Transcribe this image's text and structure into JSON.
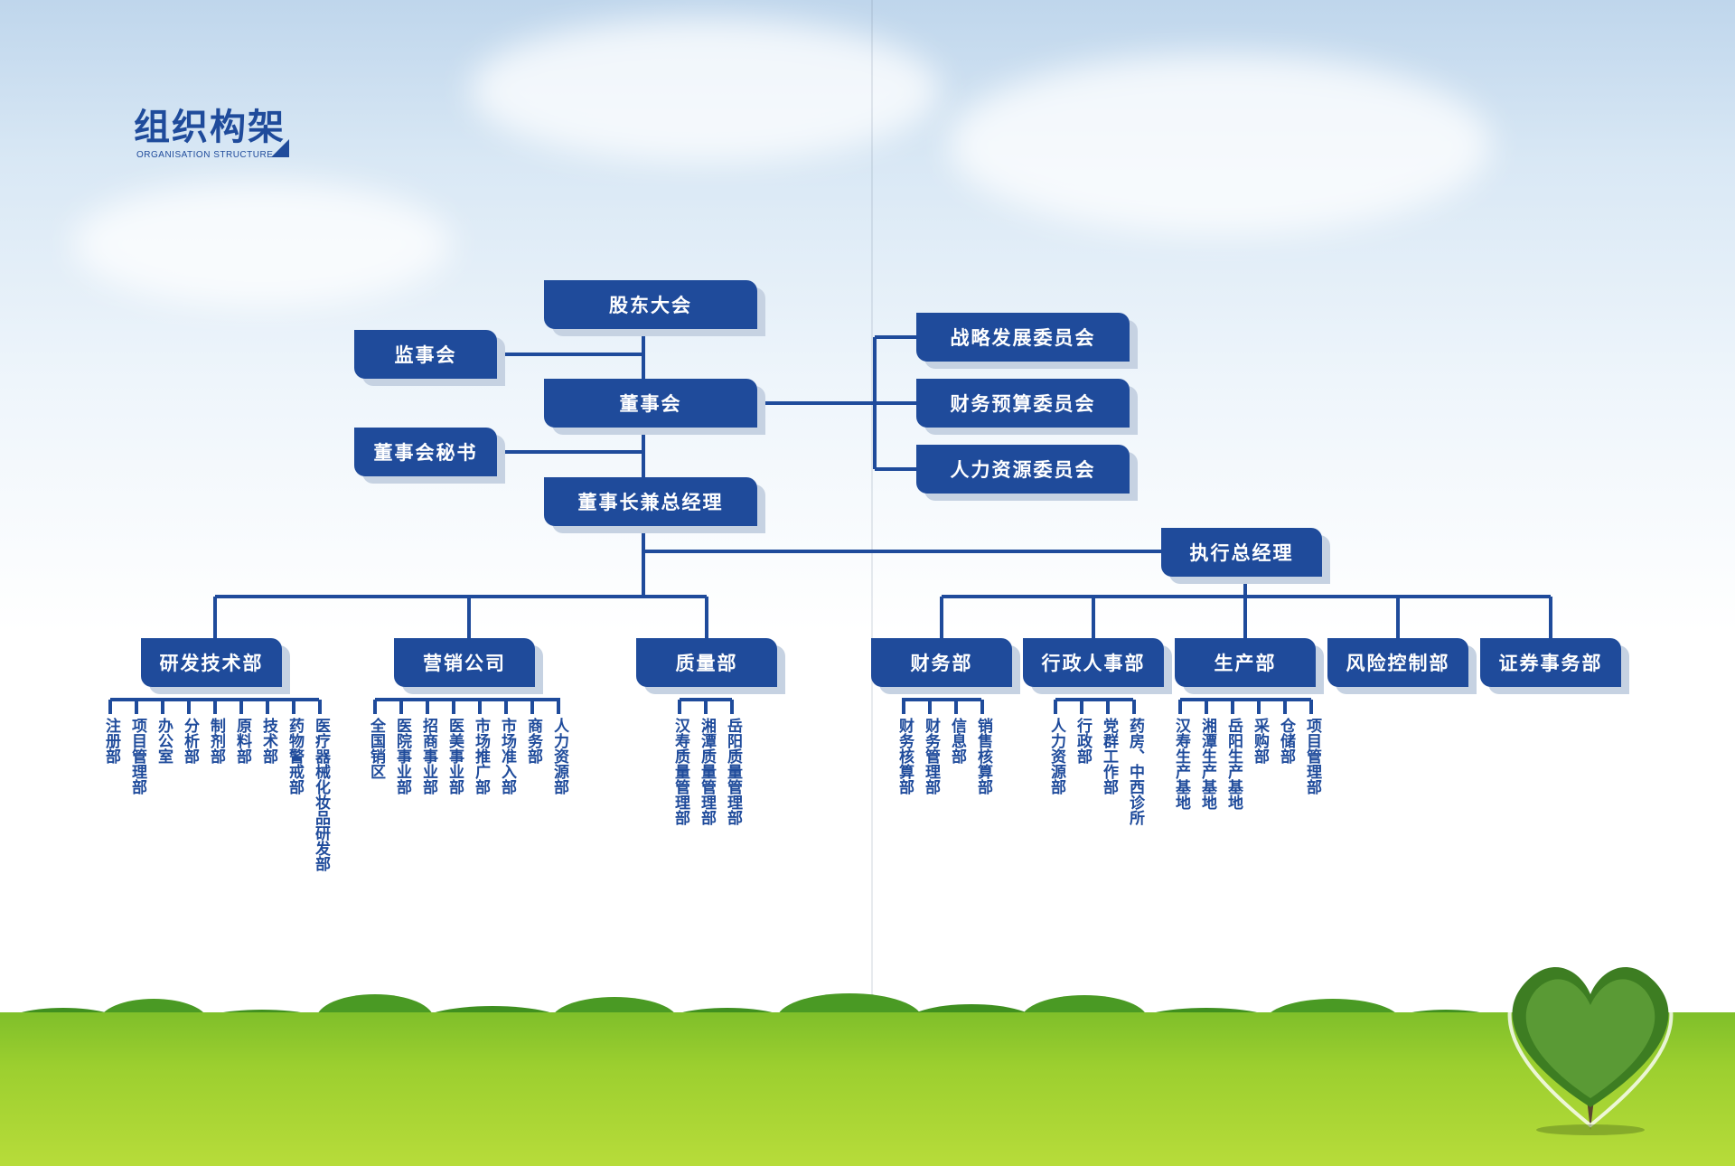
{
  "header": {
    "title": "组织构架",
    "subtitle": "ORGANISATION STRUCTURE"
  },
  "colors": {
    "node": "#1f4b9b",
    "line": "#1f4b9b",
    "shadow": "#c6d2e2"
  },
  "org": {
    "shareholders_meeting": "股东大会",
    "supervisory_board": "监事会",
    "board_of_directors": "董事会",
    "board_secretary": "董事会秘书",
    "chairman_gm": "董事长兼总经理",
    "committees": [
      "战略发展委员会",
      "财务预算委员会",
      "人力资源委员会"
    ],
    "executive_gm": "执行总经理",
    "departments_left": [
      {
        "name": "研发技术部",
        "subs": [
          "注册部",
          "项目管理部",
          "办公室",
          "分析部",
          "制剂部",
          "原料部",
          "技术部",
          "药物警戒部",
          "医疗器械化妆品研发部"
        ]
      },
      {
        "name": "营销公司",
        "subs": [
          "全国销区",
          "医院事业部",
          "招商事业部",
          "医美事业部",
          "市场推广部",
          "市场准入部",
          "商务部",
          "人力资源部"
        ]
      },
      {
        "name": "质量部",
        "subs": [
          "汉寿质量管理部",
          "湘潭质量管理部",
          "岳阳质量管理部"
        ]
      }
    ],
    "departments_right": [
      {
        "name": "财务部",
        "subs": [
          "财务核算部",
          "财务管理部",
          "信息部",
          "销售核算部"
        ]
      },
      {
        "name": "行政人事部",
        "subs": [
          "人力资源部",
          "行政部",
          "党群工作部",
          "药房、中西诊所"
        ]
      },
      {
        "name": "生产部",
        "subs": [
          "汉寿生产基地",
          "湘潭生产基地",
          "岳阳生产基地",
          "采购部",
          "仓储部",
          "项目管理部"
        ]
      },
      {
        "name": "风险控制部",
        "subs": []
      },
      {
        "name": "证券事务部",
        "subs": []
      }
    ]
  }
}
